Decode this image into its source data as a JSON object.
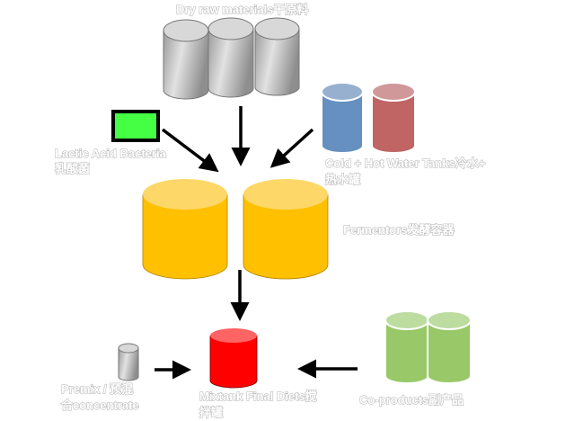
{
  "labels": {
    "dry_raw": "Dry raw materials干原料",
    "lactic_line1": "Lactic Acid Bacteria",
    "lactic_line2": "乳酸菌",
    "water_line1": "Cold + Hot Water Tanks冷水+",
    "water_line2": "热水罐",
    "fermentors": "Fermentors发酵容器",
    "premix_line1": "Premix / 预混",
    "premix_line2": "合concentrate",
    "mixtank_line1": "Mixtank Final Diets搅",
    "mixtank_line2": "拌罐",
    "coproducts": "Co-products副产品"
  },
  "colors": {
    "grey_tank": "#b8b8b8",
    "bacteria_box": "#44ff44",
    "cold_water": "#6590c0",
    "hot_water": "#c06464",
    "fermentor": "#ffc000",
    "mixtank": "#ff0000",
    "coproduct": "#98c868"
  }
}
